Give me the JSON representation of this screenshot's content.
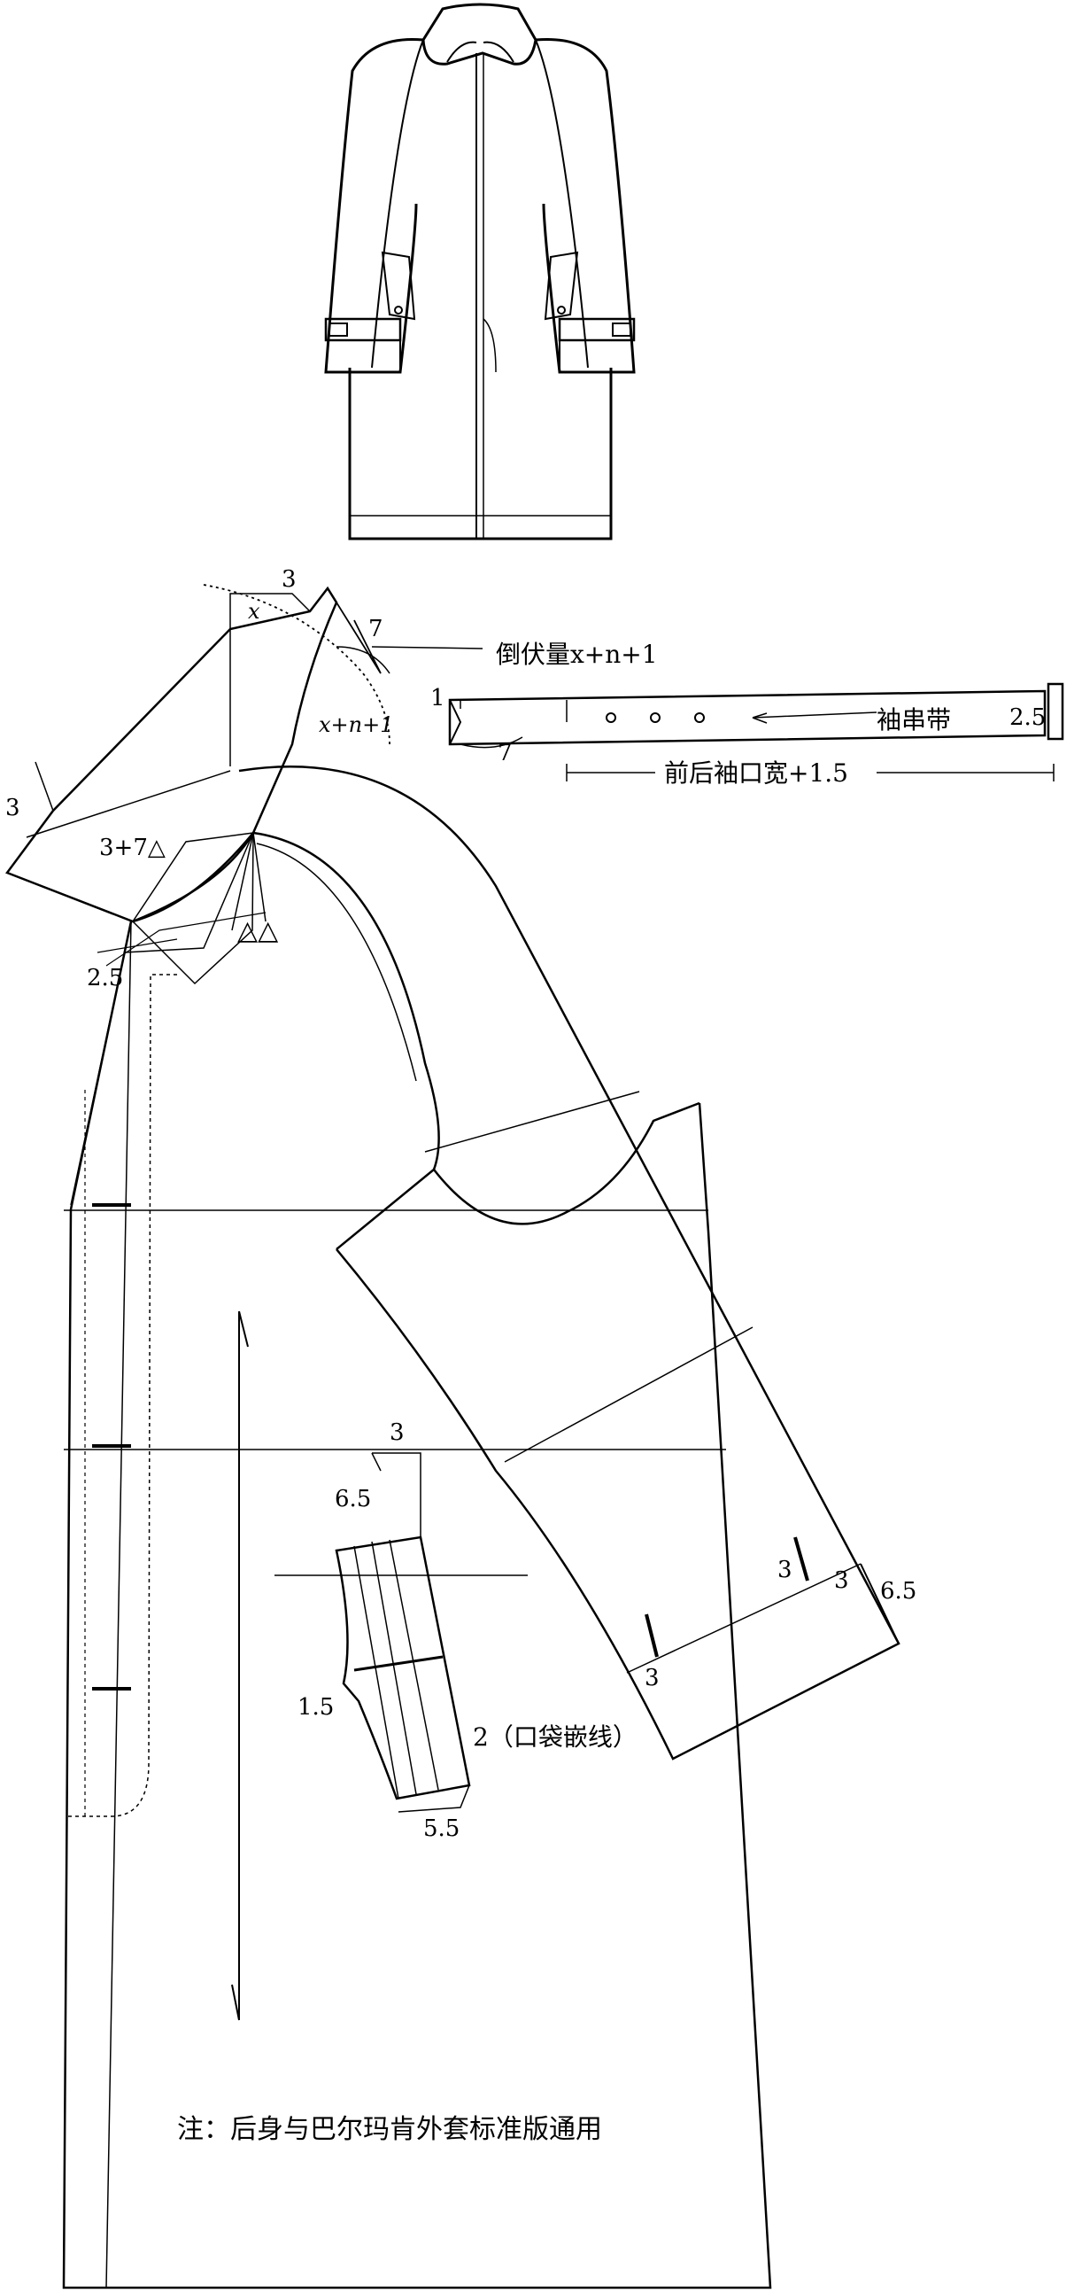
{
  "coat_illustration": {
    "name": "Balmacaan coat flat sketch"
  },
  "labels": {
    "collar_top_3": "3",
    "collar_x": "x",
    "collar_7": "7",
    "roll_amount": "倒伏量x+n+1",
    "collar_xn1": "x+n+1",
    "left_3": "3",
    "neck_3p7": "3+7△",
    "neck_tri": "△△",
    "lapel_25": "2.5",
    "tab_1": "1",
    "tab_7": "7",
    "tab_name": "袖串带",
    "tab_25": "2.5",
    "tab_length": "前后袖口宽+1.5",
    "pocket_3": "3",
    "pocket_65": "6.5",
    "pocket_15": "1.5",
    "pocket_2": "2（口袋嵌线）",
    "pocket_55": "5.5",
    "cuff_3a": "3",
    "cuff_3b": "3",
    "cuff_65": "6.5",
    "cuff_3c": "3",
    "note": "注：后身与巴尔玛肯外套标准版通用"
  }
}
